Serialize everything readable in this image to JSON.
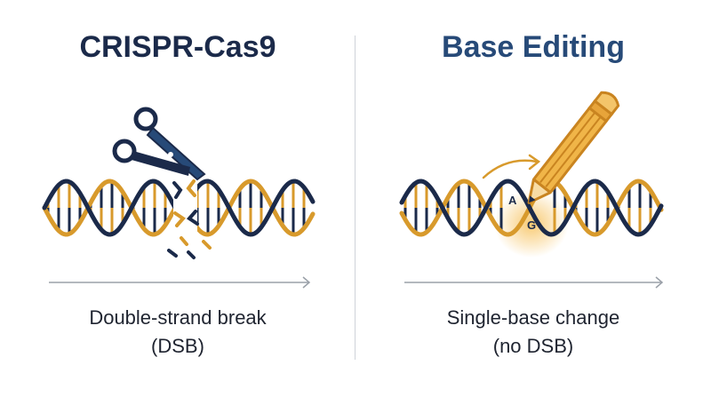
{
  "left_panel": {
    "title": "CRISPR-Cas9",
    "caption_line1": "Double-strand break",
    "caption_line2": "(DSB)",
    "icon": "scissors-icon"
  },
  "right_panel": {
    "title": "Base Editing",
    "caption_line1": "Single-base change",
    "caption_line2": "(no DSB)",
    "icon": "pencil-icon",
    "base_top": "A",
    "base_bottom": "G"
  },
  "colors": {
    "navy": "#1b2a4a",
    "gold": "#d89a2c",
    "arrow": "#9aa0a8",
    "glow": "#f7c15a"
  }
}
